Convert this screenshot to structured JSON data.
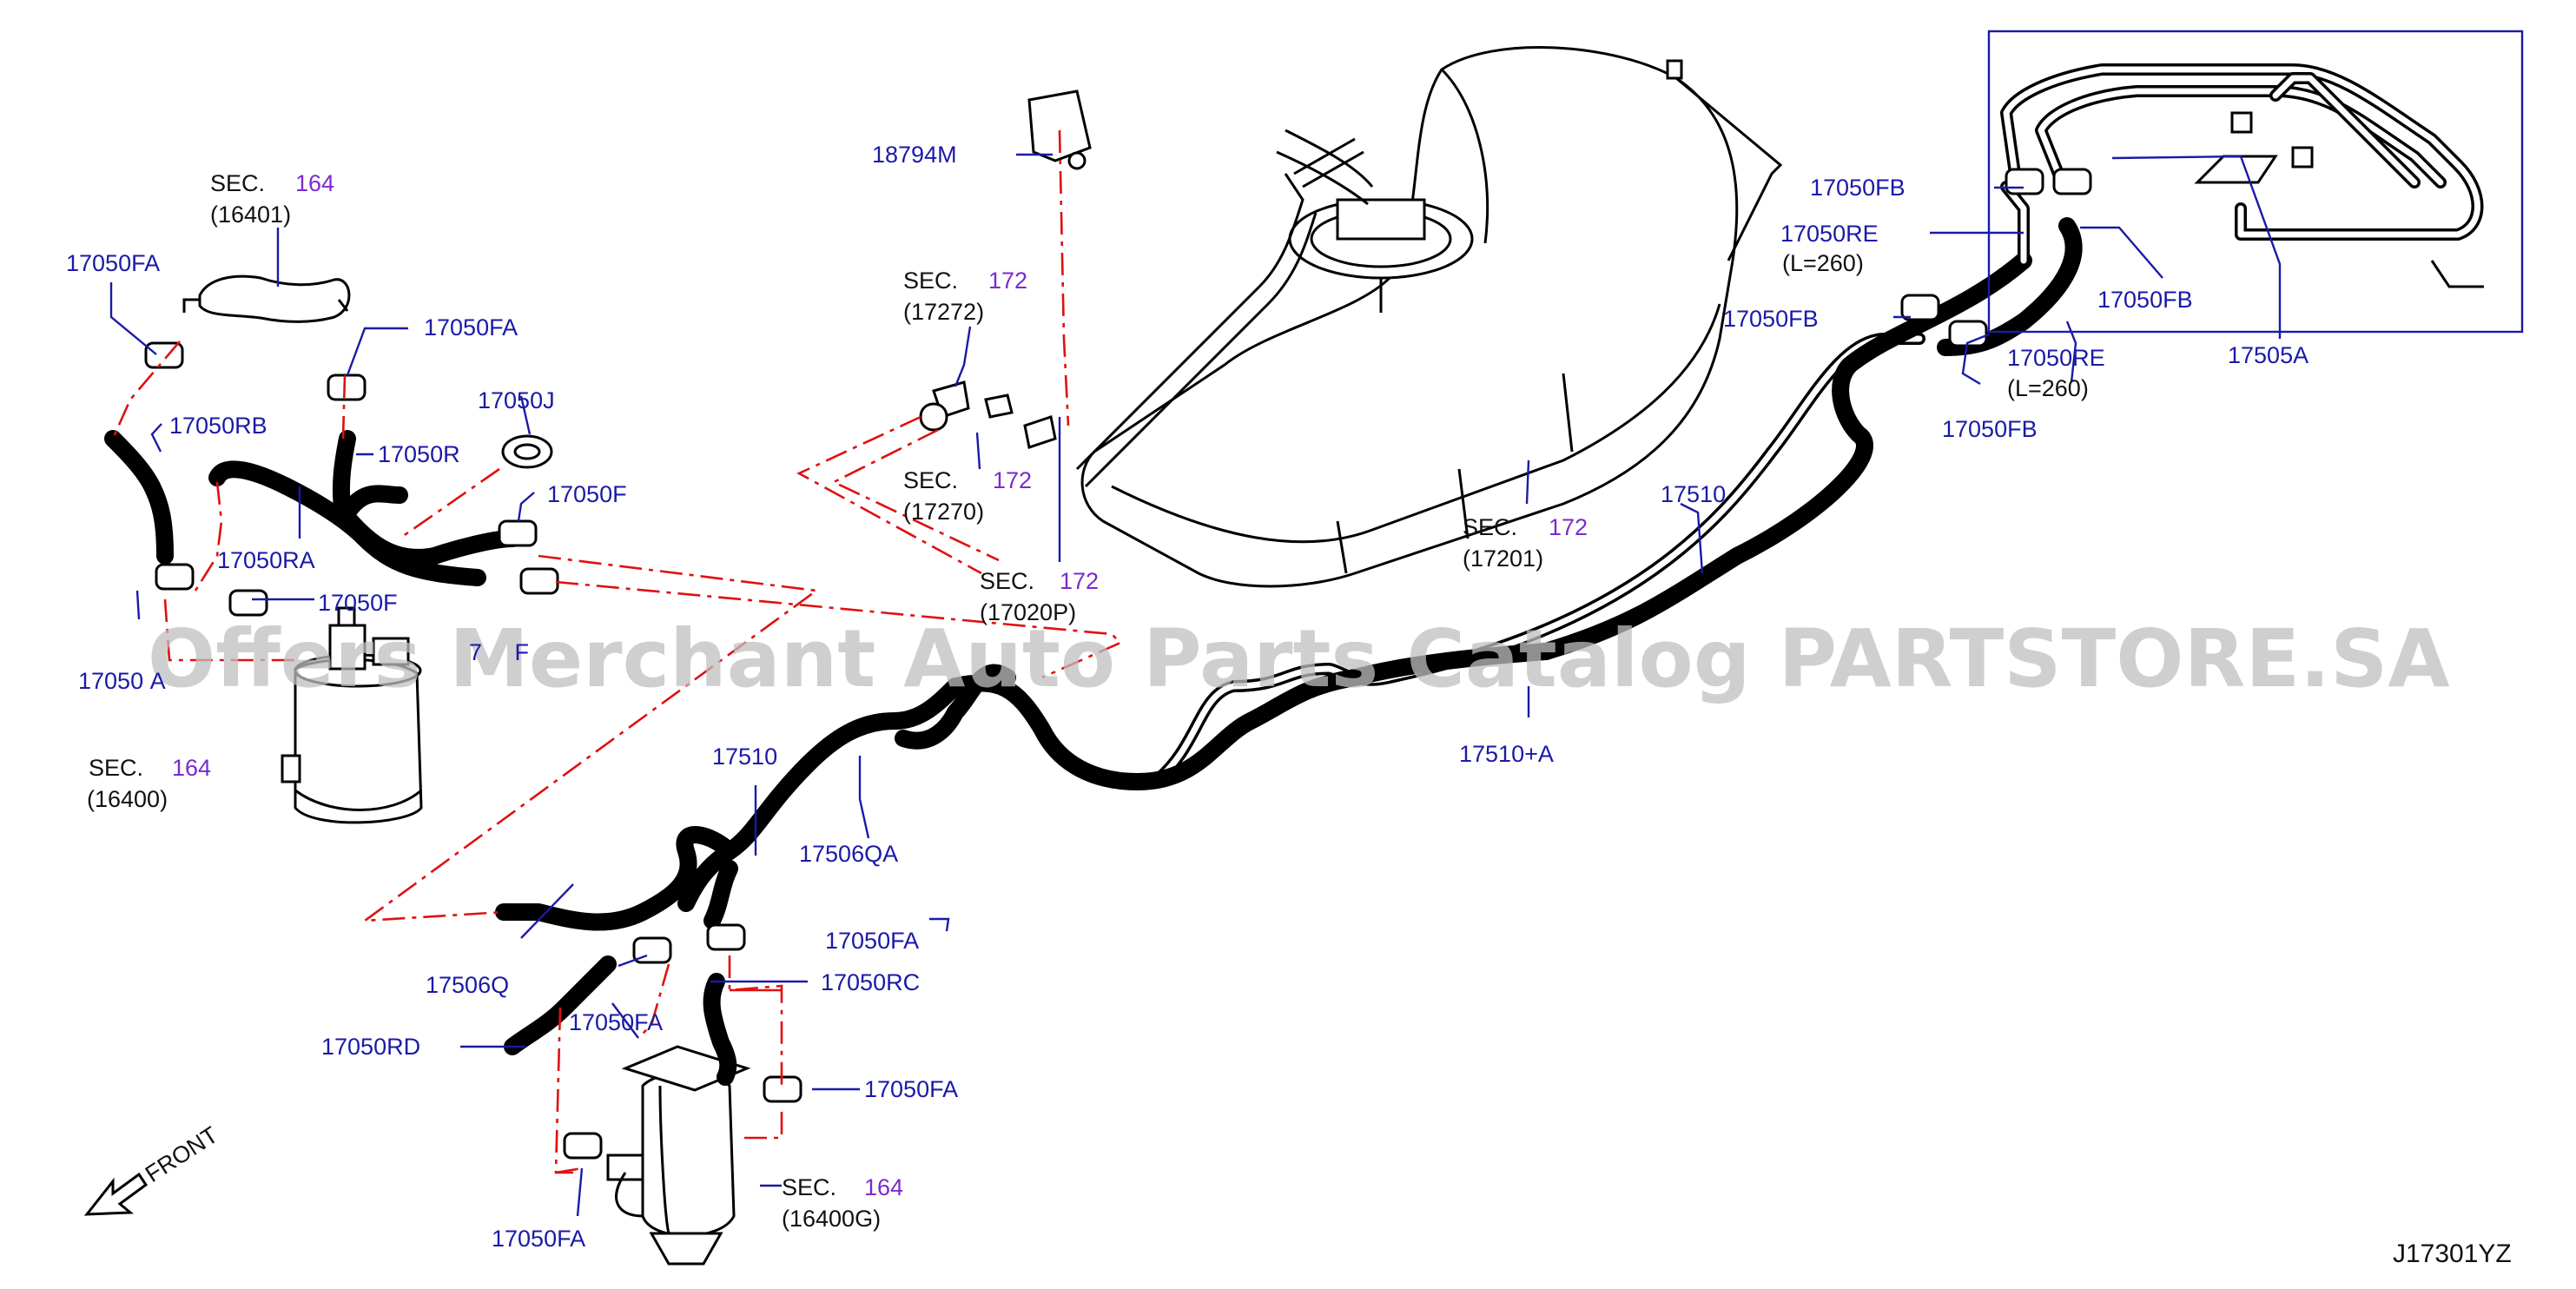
{
  "diagram": {
    "code": "J17301YZ",
    "front_label": "FRONT",
    "watermark": "Offers Merchant Auto Parts Catalog PARTSTORE.SA",
    "labels": {
      "p18794M": "18794M",
      "p17050FA_1": "17050FA",
      "p17050FA_2": "17050FA",
      "p17050RB": "17050RB",
      "p17050R": "17050R",
      "p17050J": "17050J",
      "p17050F_1": "17050F",
      "p17050RA": "17050RA",
      "p17050F_2": "17050F",
      "p17050A_partial": "17050 A",
      "p17050F_partial": "7     F",
      "p17510_1": "17510",
      "p17506QA": "17506QA",
      "p17050FA_3": "17050FA",
      "p17050RC": "17050RC",
      "p17506Q": "17506Q",
      "p17050FA_4": "17050FA",
      "p17050RD": "17050RD",
      "p17050FA_5": "17050FA",
      "p17050FA_6": "17050FA",
      "p17510_2": "17510",
      "p17510A": "17510+A",
      "p17050FB_1": "17050FB",
      "p17050RE_1": "17050RE",
      "p17050RE_1_len": "(L=260)",
      "p17050FB_2": "17050FB",
      "p17050FB_3": "17050FB",
      "p17050RE_2": "17050RE",
      "p17050RE_2_len": "(L=260)",
      "p17050FB_4": "17050FB",
      "p17505A": "17505A"
    },
    "sections": {
      "s16401": {
        "prefix": "SEC.",
        "num": "164",
        "ref": "(16401)"
      },
      "s16400": {
        "prefix": "SEC.",
        "num": "164",
        "ref": "(16400)"
      },
      "s17272": {
        "prefix": "SEC.",
        "num": "172",
        "ref": "(17272)"
      },
      "s17270": {
        "prefix": "SEC.",
        "num": "172",
        "ref": "(17270)"
      },
      "s17020P": {
        "prefix": "SEC.",
        "num": "172",
        "ref": "(17020P)"
      },
      "s17201": {
        "prefix": "SEC.",
        "num": "172",
        "ref": "(17201)"
      },
      "s16400G": {
        "prefix": "SEC.",
        "num": "164",
        "ref": "(16400G)"
      }
    },
    "colors": {
      "callout": "#1a1aa8",
      "section_number": "#7a2ad0",
      "chain_line": "#e01010",
      "line_art": "#000000"
    }
  }
}
